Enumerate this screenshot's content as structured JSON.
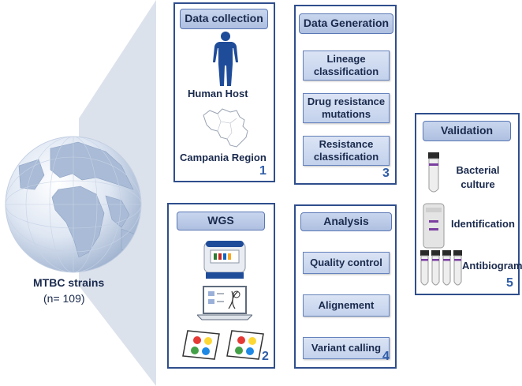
{
  "sample": {
    "label": "MTBC strains",
    "count": "(n= 109)"
  },
  "panels": {
    "data_collection": {
      "title": "Data collection",
      "host_label": "Human Host",
      "region_label": "Campania Region",
      "number": "1"
    },
    "wgs": {
      "title": "WGS",
      "number": "2"
    },
    "data_generation": {
      "title": "Data Generation",
      "items": [
        "Lineage classification",
        "Drug resistance mutations",
        "Resistance classification"
      ],
      "number": "3"
    },
    "analysis": {
      "title": "Analysis",
      "items": [
        "Quality control",
        "Alignement",
        "Variant calling"
      ],
      "number": "4"
    },
    "validation": {
      "title": "Validation",
      "items": [
        "Bacterial culture",
        "Identification",
        "Antibiogram"
      ],
      "number": "5"
    }
  },
  "colors": {
    "panel_border": "#2f4e8c",
    "header_fill": "#b8c8e6",
    "number": "#2f5da8",
    "human": "#1f4c99"
  },
  "icons": [
    "globe-icon",
    "human-body-icon",
    "campania-map-icon",
    "sequencer-icon",
    "laptop-dna-icon",
    "flowcell-icon",
    "culture-tube-icon",
    "identification-tube-icon",
    "antibiogram-tubes-icon"
  ]
}
